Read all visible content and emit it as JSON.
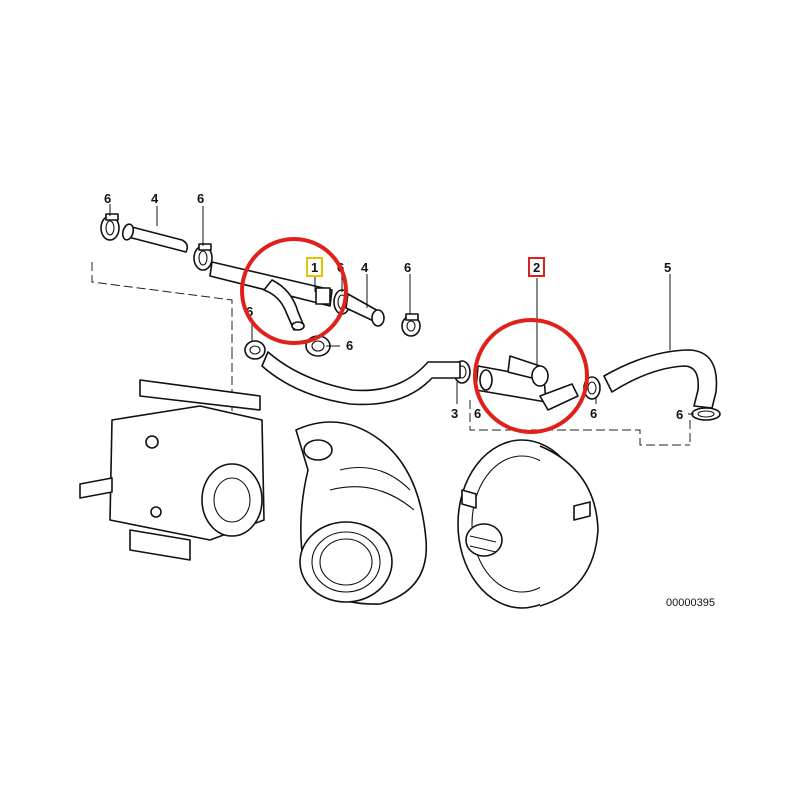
{
  "callouts": {
    "p1": "1",
    "p2": "2",
    "p3": "3",
    "p4a": "4",
    "p4b": "4",
    "p5": "5",
    "p6a": "6",
    "p6b": "6",
    "p6c": "6",
    "p6d": "6",
    "p6e": "6",
    "p6f": "6",
    "p6g": "6",
    "p6h": "6",
    "p6i": "6"
  },
  "diagram_code": "00000395",
  "highlight_colors": {
    "part1_box": "#e6c200",
    "part2_box": "#e0201b",
    "ring": "#e0201b"
  }
}
